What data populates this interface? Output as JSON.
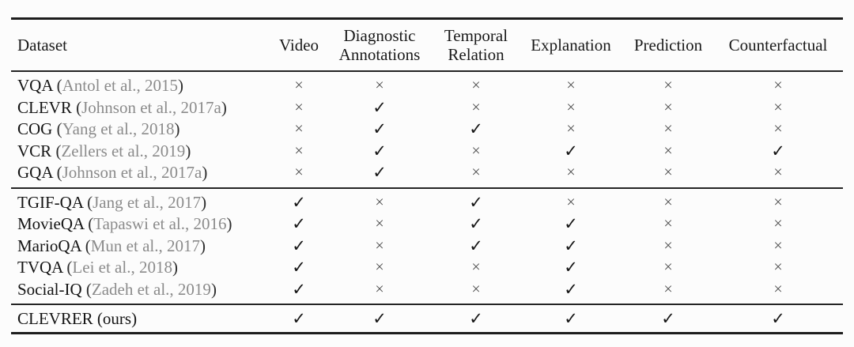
{
  "table": {
    "paren_open": "(",
    "paren_close": ")",
    "columns": [
      "Dataset",
      "Video",
      "Diagnostic Annotations",
      "Temporal Relation",
      "Explanation",
      "Prediction",
      "Counterfactual"
    ],
    "rows": [
      {
        "name": "VQA",
        "citation": "Antol et al., 2015",
        "marks": [
          "×",
          "×",
          "×",
          "×",
          "×",
          "×"
        ]
      },
      {
        "name": "CLEVR",
        "citation": "Johnson et al., 2017a",
        "marks": [
          "×",
          "✓",
          "×",
          "×",
          "×",
          "×"
        ]
      },
      {
        "name": "COG",
        "citation": "Yang et al., 2018",
        "marks": [
          "×",
          "✓",
          "✓",
          "×",
          "×",
          "×"
        ]
      },
      {
        "name": "VCR",
        "citation": "Zellers et al., 2019",
        "marks": [
          "×",
          "✓",
          "×",
          "✓",
          "×",
          "✓"
        ]
      },
      {
        "name": "GQA",
        "citation": "Johnson et al., 2017a",
        "marks": [
          "×",
          "✓",
          "×",
          "×",
          "×",
          "×"
        ]
      },
      {
        "name": "TGIF-QA",
        "citation": "Jang et al., 2017",
        "marks": [
          "✓",
          "×",
          "✓",
          "×",
          "×",
          "×"
        ]
      },
      {
        "name": "MovieQA",
        "citation": "Tapaswi et al., 2016",
        "marks": [
          "✓",
          "×",
          "✓",
          "✓",
          "×",
          "×"
        ]
      },
      {
        "name": "MarioQA",
        "citation": "Mun et al., 2017",
        "marks": [
          "✓",
          "×",
          "✓",
          "✓",
          "×",
          "×"
        ]
      },
      {
        "name": "TVQA",
        "citation": "Lei et al., 2018",
        "marks": [
          "✓",
          "×",
          "×",
          "✓",
          "×",
          "×"
        ]
      },
      {
        "name": "Social-IQ",
        "citation": "Zadeh et al., 2019",
        "marks": [
          "✓",
          "×",
          "×",
          "✓",
          "×",
          "×"
        ]
      },
      {
        "name": "CLEVRER (ours)",
        "citation": "",
        "marks": [
          "✓",
          "✓",
          "✓",
          "✓",
          "✓",
          "✓"
        ]
      }
    ],
    "mark_glyphs": {
      "yes": "✓",
      "no": "×"
    },
    "colors": {
      "text": "#1a1a1a",
      "citation_gray": "#8b8b8b",
      "rule": "#1d1d1d",
      "check": "#161616",
      "cross": "#4d4d4d",
      "background": "#fcfcfc"
    }
  }
}
